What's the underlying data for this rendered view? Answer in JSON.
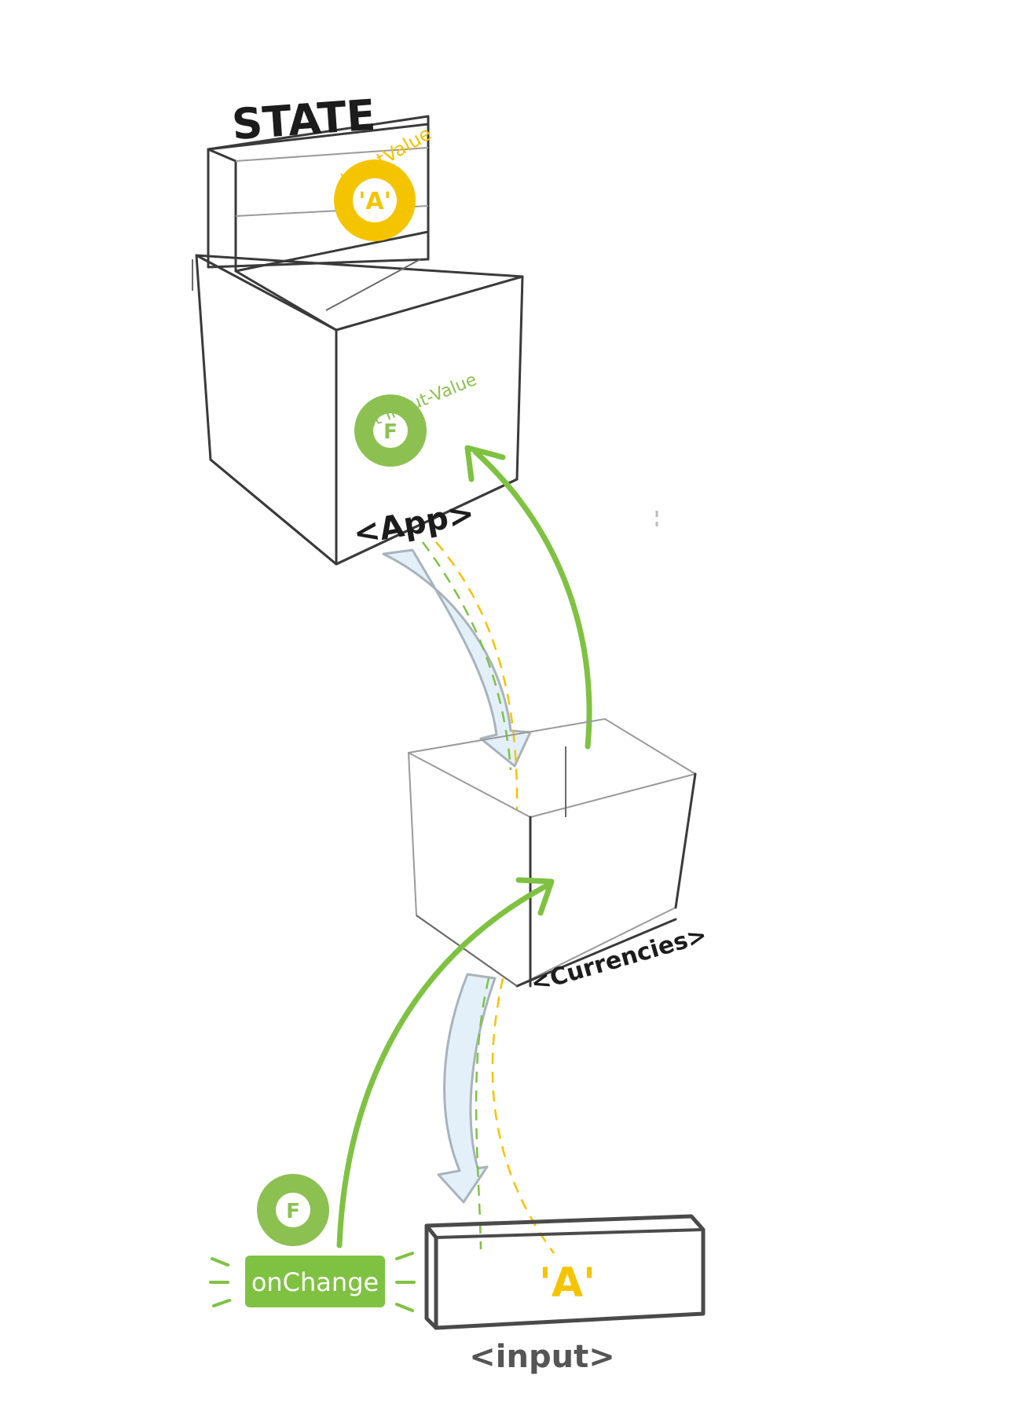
{
  "labels": {
    "state": "STATE",
    "input_value": "inputValue",
    "state_token": "'A'",
    "set_input_value": "set Input-Value",
    "function_letter": "F",
    "app": "<App>",
    "currencies": "<Currencies>",
    "on_change": "onChange",
    "input_value_display": "'A'",
    "input": "<input>"
  },
  "colors": {
    "green": "#7fc242",
    "yellow": "#f5c400",
    "light_blue": "#e3f0fa",
    "outline": "#3a3a3a"
  }
}
